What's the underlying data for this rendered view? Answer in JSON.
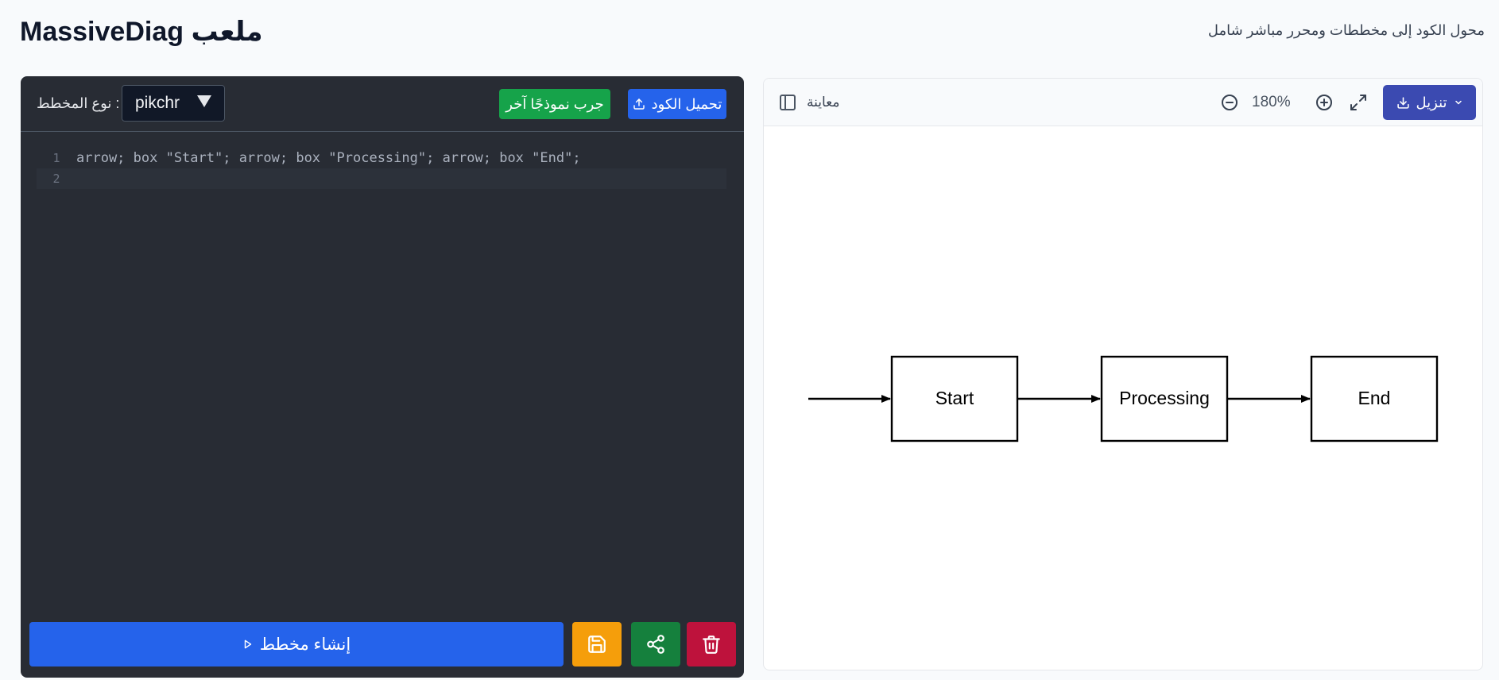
{
  "header": {
    "title": "ملعب MassiveDiag",
    "subtitle": "محول الكود إلى مخططات ومحرر مباشر شامل"
  },
  "editor": {
    "type_label": ": نوع المخطط",
    "type_value": "pikchr",
    "sample_button": "جرب نموذجًا آخر",
    "upload_button": "تحميل الكود",
    "lines": [
      {
        "num": "1",
        "text": "arrow; box \"Start\"; arrow; box \"Processing\"; arrow; box \"End\";"
      },
      {
        "num": "2",
        "text": ""
      }
    ],
    "generate_button": "إنشاء مخطط"
  },
  "preview": {
    "label": "معاينة",
    "zoom": "180%",
    "download_button": "تنزيل"
  },
  "diagram": {
    "boxes": [
      "Start",
      "Processing",
      "End"
    ]
  },
  "colors": {
    "editor_bg": "#282c34",
    "primary": "#2563eb",
    "sample": "#16a34a",
    "save": "#f59e0b",
    "share": "#15803d",
    "delete": "#be123c",
    "download": "#3b4ab1"
  }
}
